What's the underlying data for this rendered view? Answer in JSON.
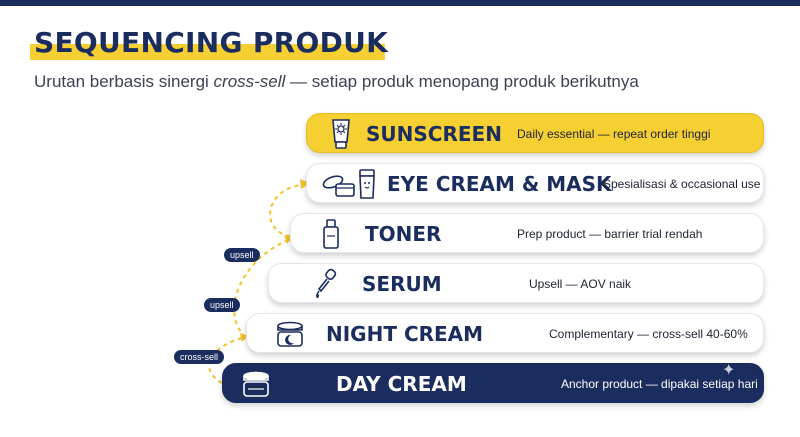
{
  "title": "SEQUENCING PRODUK",
  "subtitle": {
    "before": "Urutan berbasis sinergi ",
    "emph": "cross-sell",
    "after": " — setiap produk menopang produk berikutnya"
  },
  "tiers": [
    {
      "name": "SUNSCREEN",
      "desc": "Daily essential — repeat order tinggi",
      "icon": "sunscreen-tube-icon"
    },
    {
      "name": "EYE CREAM & MASK",
      "desc": "Spesialisasi & occasional use",
      "icon": "eye-cream-and-mask-icon"
    },
    {
      "name": "TONER",
      "desc": "Prep product — barrier trial rendah",
      "icon": "toner-bottle-icon"
    },
    {
      "name": "SERUM",
      "desc": "Upsell — AOV naik",
      "icon": "serum-dropper-icon"
    },
    {
      "name": "NIGHT CREAM",
      "desc": "Complementary — cross-sell 40-60%",
      "icon": "night-cream-jar-icon"
    },
    {
      "name": "DAY CREAM",
      "desc": "Anchor product — dipakai setiap hari",
      "icon": "day-cream-jar-icon"
    }
  ],
  "links": [
    {
      "label": "upsell",
      "from": "TONER",
      "to": "EYE CREAM & MASK"
    },
    {
      "label": "upsell",
      "from": "NIGHT CREAM",
      "to": "TONER"
    },
    {
      "label": "cross-sell",
      "from": "DAY CREAM",
      "to": "NIGHT CREAM"
    }
  ],
  "colors": {
    "navy": "#1b2c5e",
    "yellow": "#f6cf33",
    "connector": "#f3c12a"
  }
}
